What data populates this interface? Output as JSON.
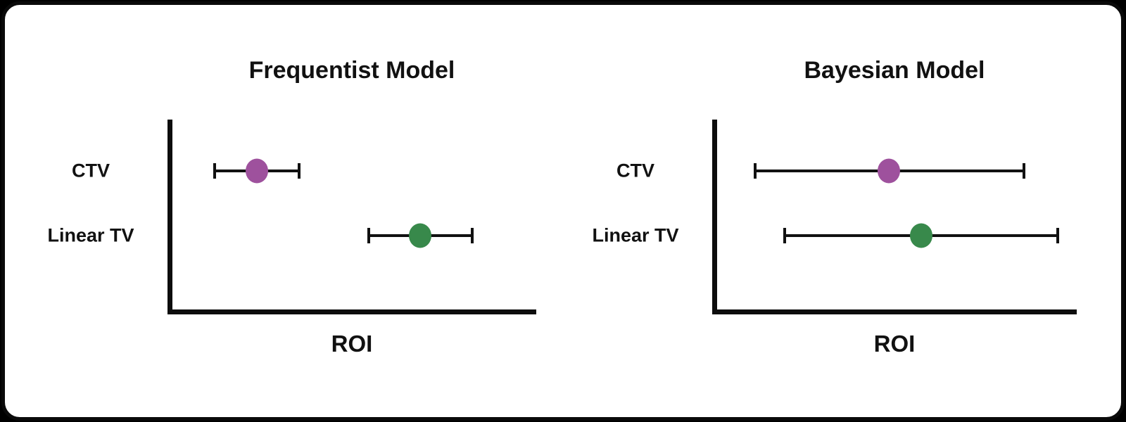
{
  "page": {
    "background_color": "#000000"
  },
  "card": {
    "background_color": "#ffffff",
    "border_color": "#0a0a0a"
  },
  "chart_data": [
    {
      "type": "scatter",
      "subtype": "dot-plot-with-error-bars",
      "title": "Frequentist Model",
      "xlabel": "ROI",
      "ylabel": "",
      "categories": [
        "CTV",
        "Linear TV"
      ],
      "x_units": "fraction-of-axis-length (no tick labels shown in figure)",
      "axis": {
        "color": "#0d0d0d",
        "x_ticks": [],
        "y_ticks_shown": false,
        "grid": false,
        "legend": false
      },
      "points": [
        {
          "category": "CTV",
          "color": "#9E519D",
          "x_frac": {
            "low": 0.128,
            "mean": 0.243,
            "high": 0.357
          }
        },
        {
          "category": "Linear TV",
          "color": "#38894B",
          "x_frac": {
            "low": 0.546,
            "mean": 0.686,
            "high": 0.826
          }
        }
      ],
      "layout": {
        "category_y_fracs": [
          0.264,
          0.596
        ],
        "legend_position": "none"
      }
    },
    {
      "type": "scatter",
      "subtype": "dot-plot-with-error-bars",
      "title": "Bayesian Model",
      "xlabel": "ROI",
      "ylabel": "",
      "categories": [
        "CTV",
        "Linear TV"
      ],
      "x_units": "fraction-of-axis-length (no tick labels shown in figure)",
      "axis": {
        "color": "#0d0d0d",
        "x_ticks": [],
        "y_ticks_shown": false,
        "grid": false,
        "legend": false
      },
      "points": [
        {
          "category": "CTV",
          "color": "#9E519D",
          "x_frac": {
            "low": 0.118,
            "mean": 0.485,
            "high": 0.855
          }
        },
        {
          "category": "Linear TV",
          "color": "#38894B",
          "x_frac": {
            "low": 0.199,
            "mean": 0.573,
            "high": 0.948
          }
        }
      ],
      "layout": {
        "category_y_fracs": [
          0.264,
          0.596
        ],
        "legend_position": "none"
      }
    }
  ]
}
